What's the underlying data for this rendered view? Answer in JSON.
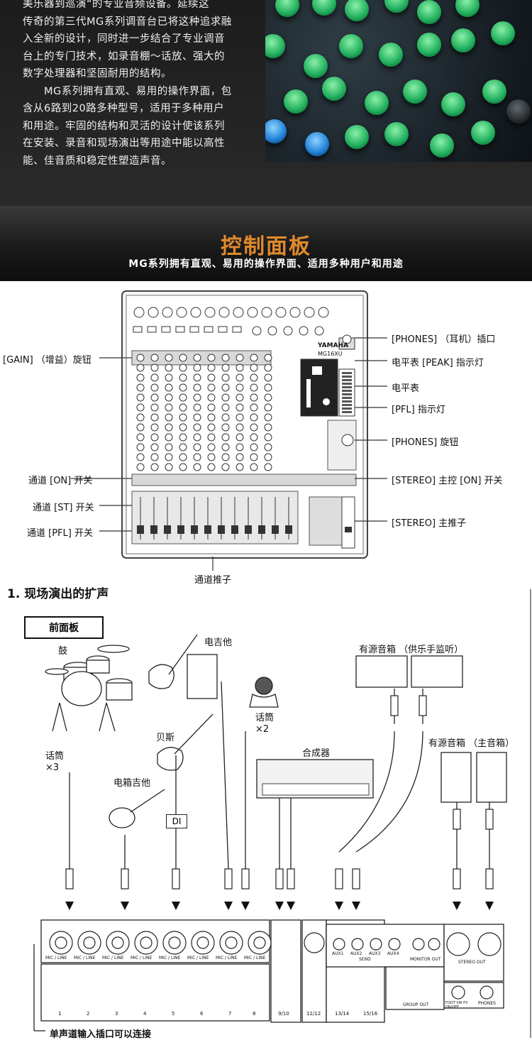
{
  "intro": {
    "lines": [
      "美乐器到巡演“的专业音频设备。延续这",
      "传奇的第三代MG系列调音台已将这种追求融",
      "入全新的设计，同时进一步结合了专业调音",
      "台上的专门技术，如录音棚～话放、强大的",
      "数字处理器和坚固耐用的结构。",
      "　　MG系列拥有直观、易用的操作界面，包",
      "含从6路到20路多种型号，适用于多种用户",
      "和用途。牢固的结构和灵活的设计使该系列",
      "在安装、录音和现场演出等用途中能以高性",
      "能、佳音质和稳定性塑造声音。"
    ]
  },
  "section": {
    "title": "控制面板",
    "subtitle": "MG系列拥有直观、易用的操作界面、适用多种用户和用途"
  },
  "panel": {
    "brand": "YAMAHA",
    "model": "MG16XU",
    "labels_right": [
      "[PHONES] （耳机）插口",
      "电平表 [PEAK] 指示灯",
      "电平表",
      "[PFL] 指示灯",
      "[PHONES] 旋钮",
      "[STEREO] 主控 [ON] 开关",
      "[STEREO] 主推子"
    ],
    "labels_left": [
      "[GAIN] （增益）旋钮",
      "通道 [ON] 开关",
      "通道 [ST] 开关",
      "通道 [PFL] 开关"
    ],
    "label_bottom": "通道推子"
  },
  "diagram": {
    "heading": "1. 现场演出的扩声",
    "front_panel": "前面板",
    "drums": "鼓",
    "mic_x3": "话筒\n×3",
    "electric_guitar": "电吉他",
    "mic_x2": "话筒\n×2",
    "bass": "贝斯",
    "acoustic_guitar": "电箱吉他",
    "di": "DI",
    "synth": "合成器",
    "monitor_speakers": "有源音箱 （供乐手监听）",
    "main_speakers": "有源音箱 （主音箱）",
    "channel_numbers": [
      "1",
      "2",
      "3",
      "4",
      "5",
      "6",
      "7",
      "8"
    ],
    "stereo_channels": [
      "9/10",
      "11/12",
      "13/14",
      "15/16"
    ],
    "jack_label": "MIC / LINE",
    "aux_labels": [
      "AUX1",
      "AUX2",
      "AUX3",
      "AUX4"
    ],
    "send_label": "SEND",
    "monitor_out": "MONITOR OUT",
    "stereo_out": "STEREO OUT",
    "group_out": "GROUP OUT",
    "phones": "PHONES",
    "foot_sw": "FOOT SW FX ON/OFF",
    "note": "单声道输入插口可以连接"
  },
  "colors": {
    "accent": "#e08a2c",
    "band": "#1a1a1a",
    "knob_green": "#1fae5c",
    "knob_blue": "#1f7fd6"
  }
}
